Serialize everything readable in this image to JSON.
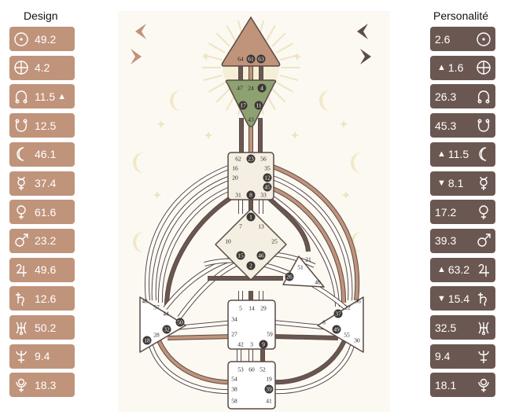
{
  "headers": {
    "design": "Design",
    "personality": "Personalité"
  },
  "colors": {
    "design": "#c0937b",
    "personality": "#6b5751",
    "head": "#c0937b",
    "ajna": "#8ea171",
    "center_fill": "#f4efe2",
    "gate_badge": "#3d3835"
  },
  "arrows": {
    "top_left": {
      "main": "6",
      "sub": "2"
    },
    "bottom_left": {
      "main": "5",
      "sub": "4"
    },
    "top_right": {
      "sub": "3",
      "main": "5"
    },
    "bottom_right": {
      "sub": "5",
      "main": "5"
    }
  },
  "design": [
    {
      "planet": "sun-icon",
      "value": "49.2",
      "mark": ""
    },
    {
      "planet": "earth-icon",
      "value": "4.2",
      "mark": ""
    },
    {
      "planet": "north-node-icon",
      "value": "11.5",
      "mark": "▲"
    },
    {
      "planet": "south-node-icon",
      "value": "12.5",
      "mark": ""
    },
    {
      "planet": "moon-icon",
      "value": "46.1",
      "mark": ""
    },
    {
      "planet": "mercury-icon",
      "value": "37.4",
      "mark": ""
    },
    {
      "planet": "venus-icon",
      "value": "61.6",
      "mark": ""
    },
    {
      "planet": "mars-icon",
      "value": "23.2",
      "mark": ""
    },
    {
      "planet": "jupiter-icon",
      "value": "49.6",
      "mark": ""
    },
    {
      "planet": "saturn-icon",
      "value": "12.6",
      "mark": ""
    },
    {
      "planet": "uranus-icon",
      "value": "50.2",
      "mark": ""
    },
    {
      "planet": "neptune-icon",
      "value": "9.4",
      "mark": ""
    },
    {
      "planet": "pluto-icon",
      "value": "18.3",
      "mark": ""
    }
  ],
  "personality": [
    {
      "planet": "sun-icon",
      "value": "2.6",
      "mark": ""
    },
    {
      "planet": "earth-icon",
      "value": "1.6",
      "mark": "▲"
    },
    {
      "planet": "north-node-icon",
      "value": "26.3",
      "mark": ""
    },
    {
      "planet": "south-node-icon",
      "value": "45.3",
      "mark": ""
    },
    {
      "planet": "moon-icon",
      "value": "11.5",
      "mark": "▲"
    },
    {
      "planet": "mercury-icon",
      "value": "8.1",
      "mark": "▼"
    },
    {
      "planet": "venus-icon",
      "value": "17.2",
      "mark": ""
    },
    {
      "planet": "mars-icon",
      "value": "39.3",
      "mark": ""
    },
    {
      "planet": "jupiter-icon",
      "value": "63.2",
      "mark": "▲"
    },
    {
      "planet": "saturn-icon",
      "value": "15.4",
      "mark": "▼"
    },
    {
      "planet": "uranus-icon",
      "value": "32.5",
      "mark": ""
    },
    {
      "planet": "neptune-icon",
      "value": "9.4",
      "mark": ""
    },
    {
      "planet": "pluto-icon",
      "value": "18.1",
      "mark": ""
    }
  ],
  "gates": {
    "head": [
      "64",
      "61",
      "63"
    ],
    "ajna": [
      "47",
      "24",
      "4",
      "17",
      "11",
      "43"
    ],
    "throat": [
      "62",
      "23",
      "56",
      "16",
      "35",
      "20",
      "12",
      "45",
      "31",
      "8",
      "33"
    ],
    "g": [
      "1",
      "7",
      "13",
      "10",
      "25",
      "15",
      "46",
      "2"
    ],
    "heart": [
      "21",
      "51",
      "26",
      "40"
    ],
    "spleen": [
      "48",
      "57",
      "44",
      "50",
      "32",
      "28",
      "18"
    ],
    "sacral": [
      "5",
      "14",
      "29",
      "34",
      "27",
      "59",
      "42",
      "3",
      "9"
    ],
    "solar": [
      "36",
      "22",
      "37",
      "6",
      "49",
      "55",
      "30"
    ],
    "root": [
      "53",
      "60",
      "52",
      "54",
      "19",
      "38",
      "39",
      "58",
      "41"
    ]
  }
}
